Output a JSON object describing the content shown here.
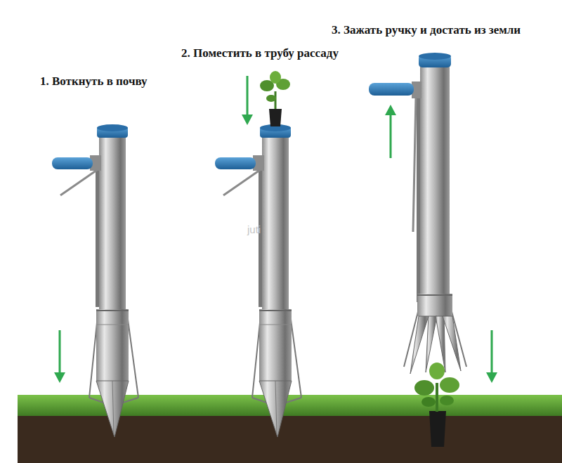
{
  "diagram": {
    "labels": [
      "1. Воткнуть в почву",
      "2. Поместить в трубу рассаду",
      "3. Зажать ручку и достать из земли",
      "juti"
    ]
  }
}
